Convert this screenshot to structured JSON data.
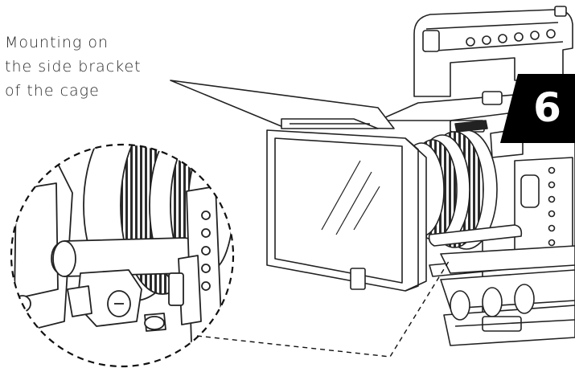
{
  "caption": {
    "line1": "Mounting on",
    "line2": "the side bracket",
    "line3": "of the cage"
  },
  "step": {
    "number": "6",
    "badge_color": "#000000",
    "text_color": "#ffffff"
  },
  "illustration": {
    "subject": "camera-cage-matte-box",
    "detail_view": "rod-clamp-on-side-bracket",
    "line_color": "#222222"
  }
}
